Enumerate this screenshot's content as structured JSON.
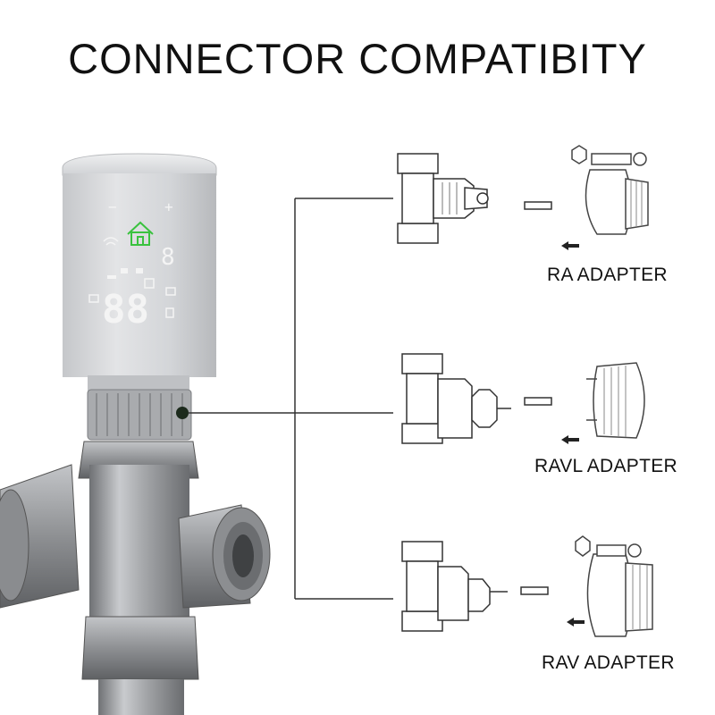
{
  "title": "CONNECTOR COMPATIBITY",
  "adapters": [
    {
      "label": "RA ADAPTER"
    },
    {
      "label": "RAVL ADAPTER"
    },
    {
      "label": "RAV ADAPTER"
    }
  ],
  "display": {
    "minus": "−",
    "plus": "+",
    "temperature": "88",
    "mode_indicator_color": "#39c23e"
  },
  "icons": [
    "home-icon",
    "minus-icon",
    "plus-icon",
    "wifi-icon",
    "arrow-left-icon"
  ],
  "colors": {
    "background": "#ffffff",
    "text": "#111111",
    "line": "#333333",
    "device_body": "#d9dadc",
    "valve_metal": "#9ea0a3",
    "display_glow": "#f4f4f4"
  }
}
